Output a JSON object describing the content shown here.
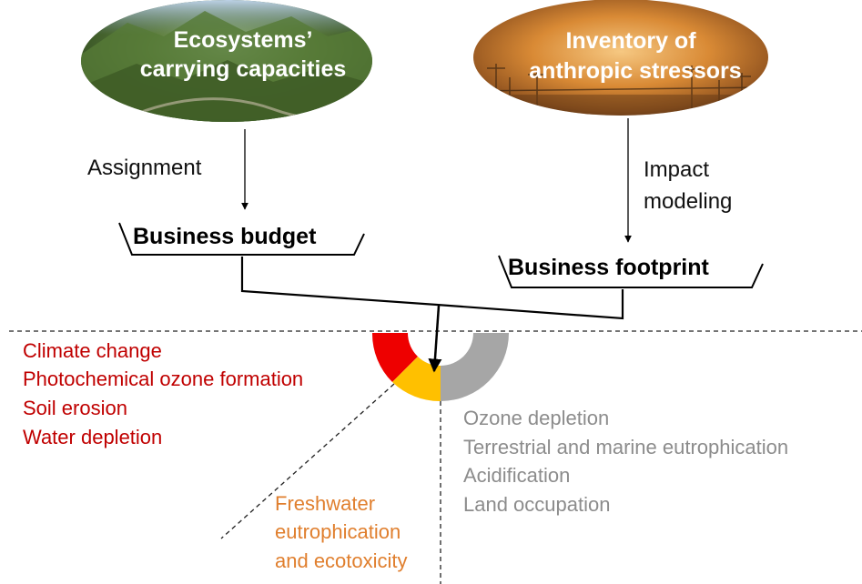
{
  "top_left": {
    "line1": "Ecosystems’",
    "line2": "carrying capacities"
  },
  "top_right": {
    "line1": "Inventory of",
    "line2": "anthropic stressors"
  },
  "left_arrow_label": "Assignment",
  "right_arrow_label": {
    "line1": "Impact",
    "line2": "modeling"
  },
  "budget_label": "Business budget",
  "footprint_label": "Business footprint",
  "red_categories": [
    "Climate change",
    "Photochemical ozone formation",
    "Soil erosion",
    "Water depletion"
  ],
  "orange_category": {
    "line1": "Freshwater",
    "line2": "eutrophication",
    "line3": "and ecotoxicity"
  },
  "grey_categories": [
    "Ozone depletion",
    "Terrestrial and marine eutrophication",
    "Acidification",
    "Land occupation"
  ],
  "colors": {
    "red_zone": "#ee0000",
    "orange_zone": "#ffc000",
    "grey_zone": "#a6a6a6",
    "red_text": "#c00000",
    "orange_text": "#e07f2e",
    "grey_text": "#8c8c8c"
  },
  "icons": {
    "top_left_image": "mountain-landscape-image",
    "top_right_image": "industrial-power-lines-image"
  }
}
